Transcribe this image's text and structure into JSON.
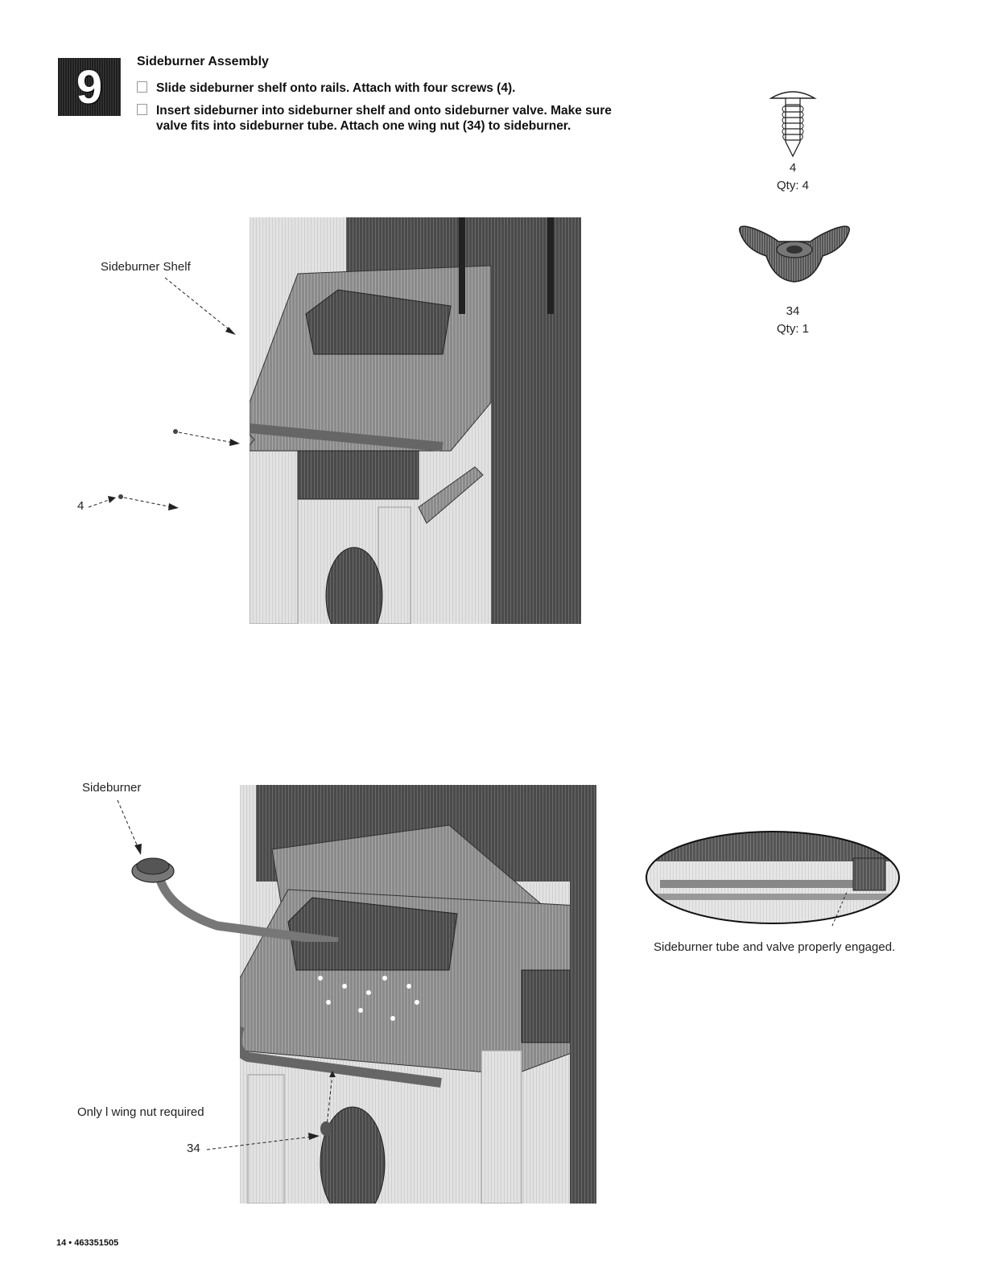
{
  "step": {
    "number": "9",
    "title": "Sideburner Assembly",
    "instructions": [
      "Slide sideburner shelf onto rails. Attach with four screws (4).",
      "Insert sideburner into sideburner shelf and onto sideburner valve. Make sure valve fits into sideburner tube. Attach one wing nut (34) to sideburner."
    ]
  },
  "parts": [
    {
      "number": "4",
      "qty": "Qty: 4",
      "icon": "screw-icon"
    },
    {
      "number": "34",
      "qty": "Qty: 1",
      "icon": "wing-nut-icon"
    }
  ],
  "figure1": {
    "shelf_label": "Sideburner Shelf",
    "screw_callout": "4"
  },
  "figure2": {
    "sideburner_label": "Sideburner",
    "wingnut_note": "Only l wing nut required",
    "wingnut_callout": "34"
  },
  "detail": {
    "caption": "Sideburner tube and valve properly engaged."
  },
  "footer": {
    "page": "14 • 463351505"
  }
}
